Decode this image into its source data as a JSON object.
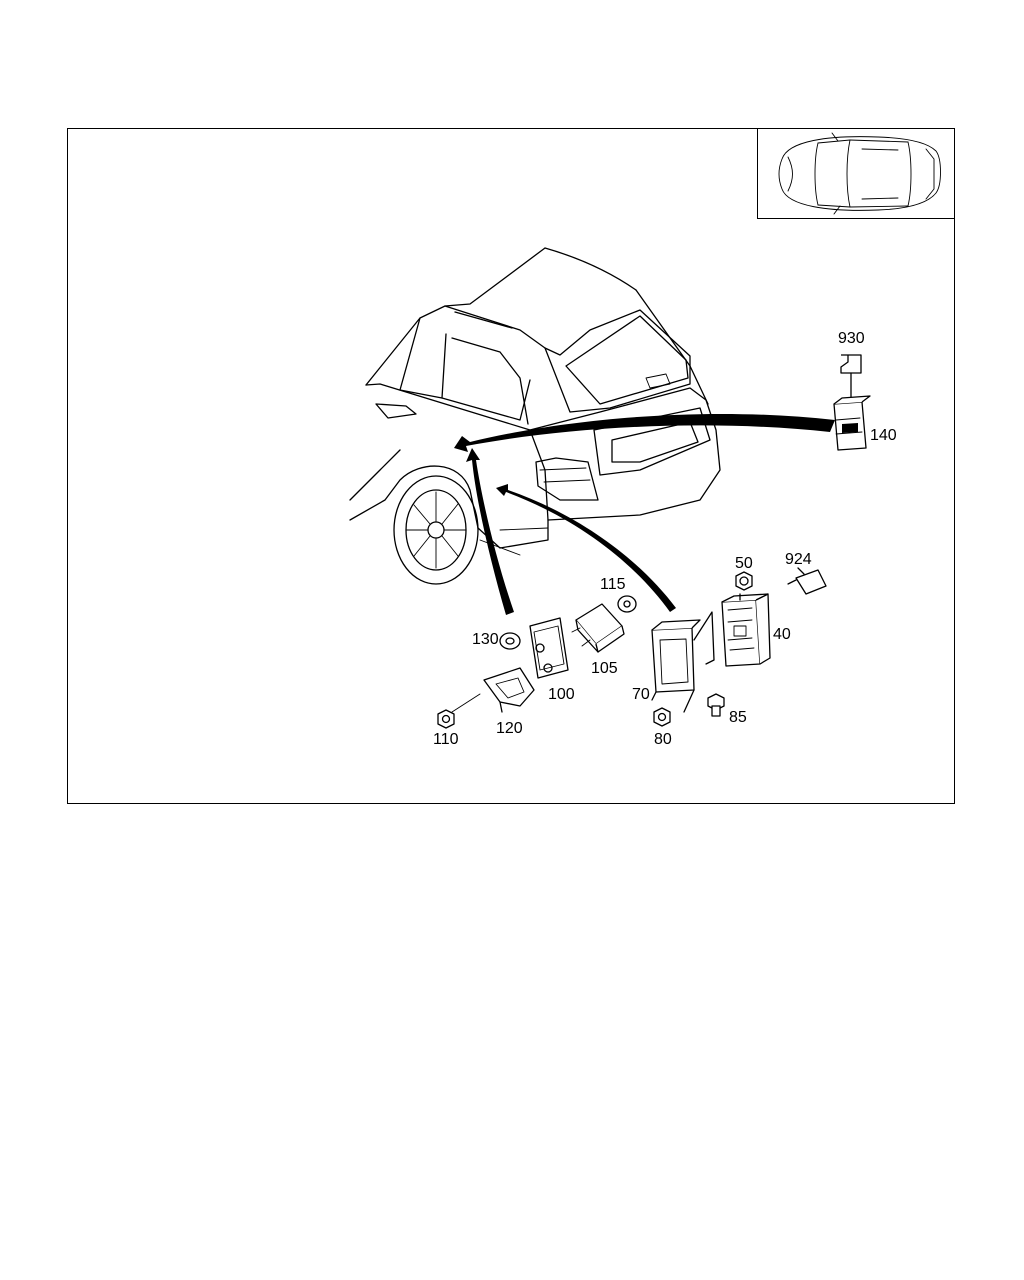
{
  "diagram": {
    "labels": {
      "p930": "930",
      "p140": "140",
      "p50": "50",
      "p924": "924",
      "p40": "40",
      "p115": "115",
      "p105": "105",
      "p130": "130",
      "p100": "100",
      "p70": "70",
      "p85": "85",
      "p80": "80",
      "p110": "110",
      "p120": "120"
    },
    "colors": {
      "line": "#000000",
      "background": "#ffffff"
    }
  }
}
